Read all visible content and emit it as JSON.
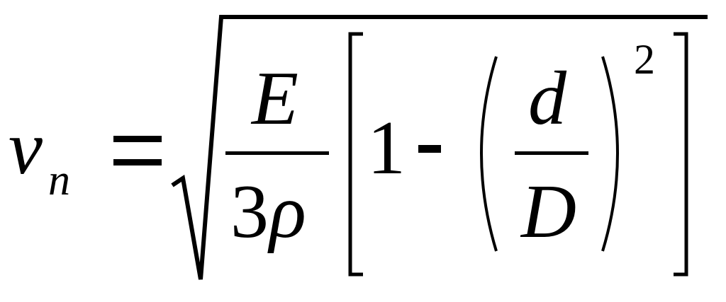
{
  "formula": {
    "lhs": {
      "variable": "v",
      "subscript": "n"
    },
    "equals": "=",
    "radicand": {
      "fraction": {
        "numerator": "E",
        "denominator_coefficient": "3",
        "denominator_symbol": "ρ"
      },
      "bracket": {
        "one": "1",
        "minus": "-",
        "inner_fraction": {
          "numerator": "d",
          "denominator": "D"
        },
        "exponent": "2"
      }
    },
    "ink_color": "#000000",
    "background_color": "#ffffff"
  }
}
